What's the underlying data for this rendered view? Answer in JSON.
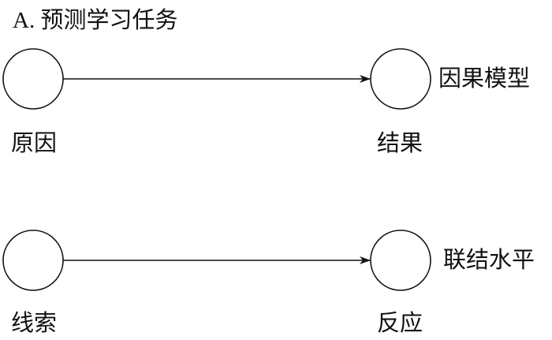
{
  "title": "A. 预测学习任务",
  "rows": [
    {
      "left_label": "原因",
      "right_label": "结果",
      "relation_label": "因果模型"
    },
    {
      "left_label": "线索",
      "right_label": "反应",
      "relation_label": "联结水平"
    }
  ],
  "colors": {
    "stroke": "#111111"
  }
}
